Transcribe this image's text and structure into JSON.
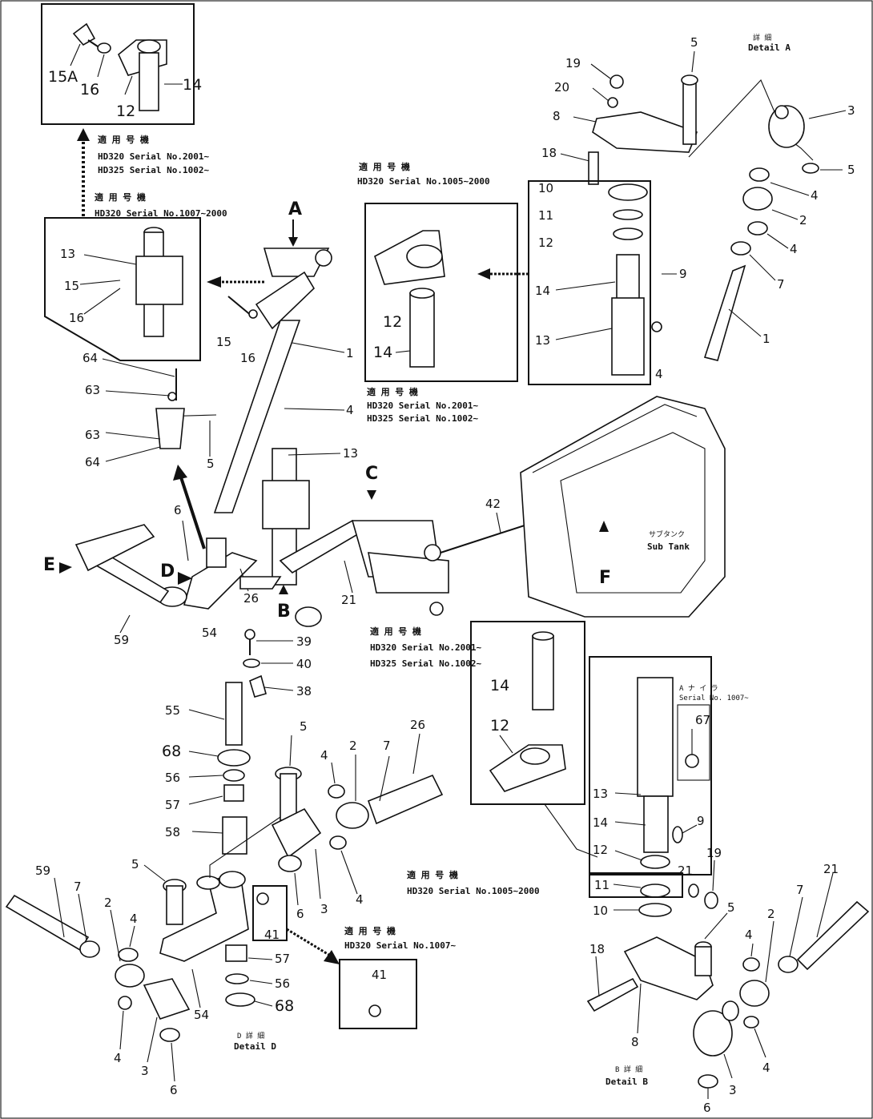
{
  "callouts": {
    "c15a": "15A",
    "c16a": "16",
    "c12a": "12",
    "c14a": "14",
    "c13b": "13",
    "c15b": "15",
    "c16b": "16",
    "c15c": "15",
    "c16c": "16",
    "c1a": "1",
    "c4a": "4",
    "c13c": "13",
    "c64a": "64",
    "c63a": "63",
    "c63b": "63",
    "c64b": "64",
    "c5a": "5",
    "c6a": "6",
    "c59a": "59",
    "c54a": "54",
    "c26a": "26",
    "c21a": "21",
    "c42": "42",
    "c19a": "19",
    "c20": "20",
    "c8a": "8",
    "c5b": "5",
    "c3a": "3",
    "c5c": "5",
    "c18a": "18",
    "c10a": "10",
    "c11a": "11",
    "c12b": "12",
    "c14b": "14",
    "c13d": "13",
    "c9a": "9",
    "c4b": "4",
    "c4c": "4",
    "c2a": "2",
    "c4d": "4",
    "c7a": "7",
    "c1b": "1",
    "c12c": "12",
    "c14c": "14",
    "c39": "39",
    "c40": "40",
    "c38": "38",
    "c55": "55",
    "c68a": "68",
    "c56a": "56",
    "c57a": "57",
    "c58": "58",
    "c5d": "5",
    "c4e": "4",
    "c2b": "2",
    "c7b": "7",
    "c26b": "26",
    "c6b": "6",
    "c3b": "3",
    "c4f": "4",
    "c5e": "5",
    "c41a": "41",
    "c57b": "57",
    "c56b": "56",
    "c68b": "68",
    "c54b": "54",
    "c59b": "59",
    "c7c": "7",
    "c2c": "2",
    "c4g": "4",
    "c4h": "4",
    "c3c": "3",
    "c6c": "6",
    "c41b": "41",
    "c14d": "14",
    "c12d": "12",
    "c67": "67",
    "c13e": "13",
    "c14e": "14",
    "c9b": "9",
    "c12e": "12",
    "c11b": "11",
    "c10b": "10",
    "c21b": "21",
    "c19b": "19",
    "c5f": "5",
    "c4i": "4",
    "c2d": "2",
    "c7d": "7",
    "c21c": "21",
    "c18b": "18",
    "c8b": "8",
    "c4j": "4",
    "c3d": "3",
    "c6d": "6"
  },
  "letters": {
    "A": "A",
    "B": "B",
    "C": "C",
    "D": "D",
    "E": "E",
    "F": "F"
  },
  "notes": {
    "jp_applicable": "適 用 号 機",
    "hd320_2001": "HD320 Serial No.2001~",
    "hd325_1002": "HD325 Serial No.1002~",
    "hd320_1007_2000": "HD320 Serial No.1007~2000",
    "hd320_1005_2000": "HD320 Serial No.1005~2000",
    "hd320_1007": "HD320 Serial No.1007~",
    "a_serial_1007": "Serial No. 1007~",
    "a_jp": "A ナ イ ラ",
    "sub_tank_jp": "サブタンク",
    "sub_tank": "Sub Tank",
    "detail_a_jp": "詳 細",
    "detail_a": "Detail A",
    "detail_b_jp": "B 詳 細",
    "detail_b": "Detail  B",
    "detail_d_jp": "D 詳 細",
    "detail_d": "Detail  D"
  }
}
